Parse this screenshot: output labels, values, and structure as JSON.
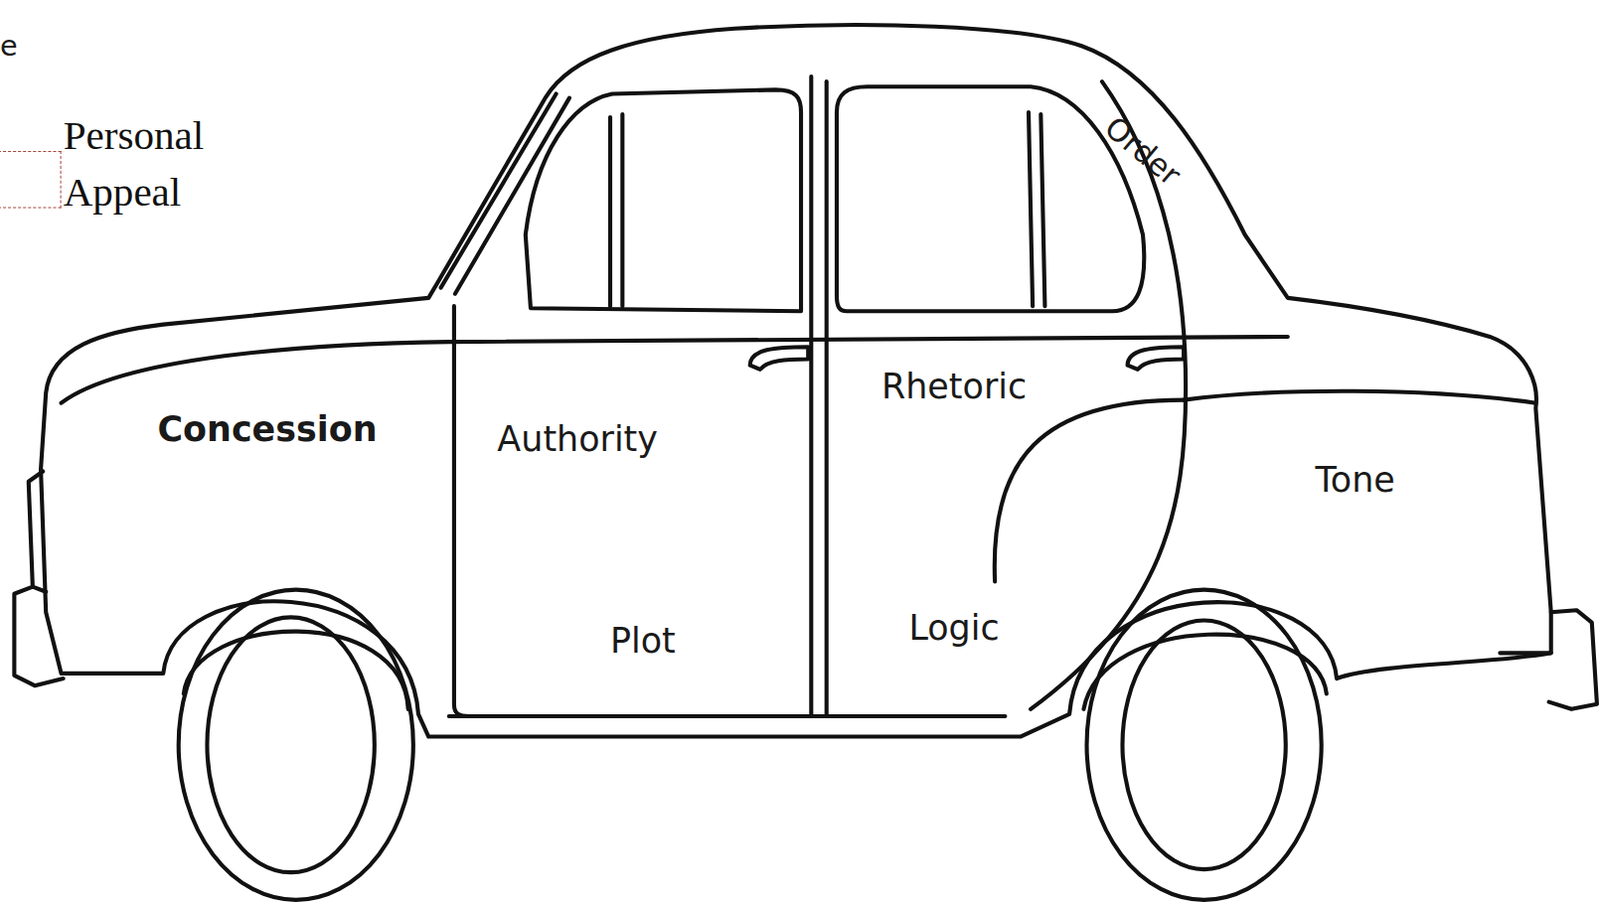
{
  "diagram": {
    "nodes": [
      {
        "text": [
          "Personal Appeal"
        ]
      }
    ],
    "labels": [
      "e",
      "Concession",
      "Authority",
      "Plot",
      "Rhetoric",
      "Logic",
      "Order",
      "Tone"
    ]
  }
}
